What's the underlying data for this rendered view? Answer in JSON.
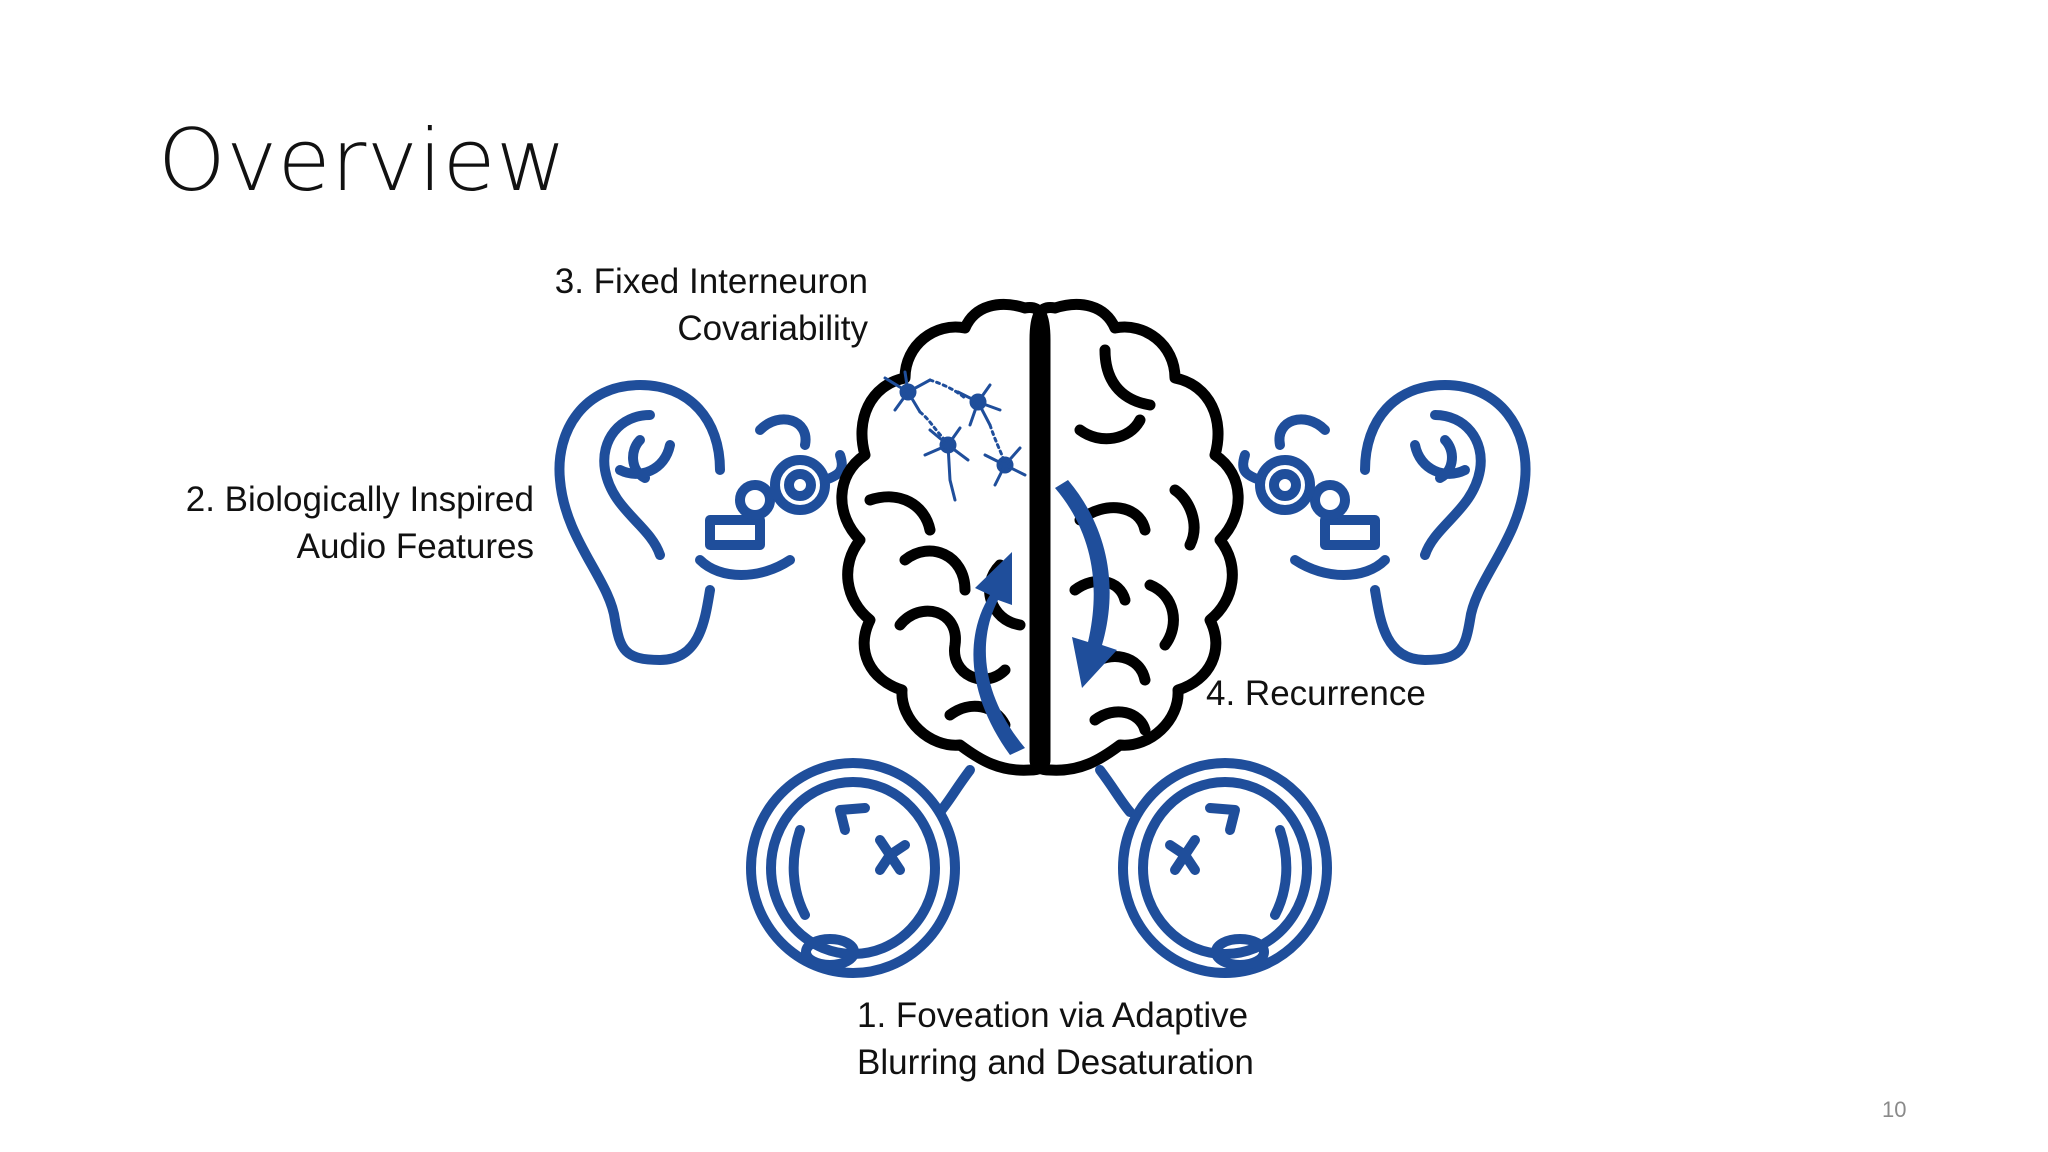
{
  "slide": {
    "title": "Overview",
    "page_number": "10",
    "labels": {
      "foveation": [
        "1. Foveation via Adaptive",
        "Blurring and Desaturation"
      ],
      "audio": [
        "2. Biologically Inspired",
        "Audio Features"
      ],
      "interneuron": [
        "3. Fixed Interneuron",
        "Covariability"
      ],
      "recurrence": [
        "4. Recurrence"
      ]
    }
  },
  "colors": {
    "ink": "#000000",
    "accent_blue": "#1f4e9b",
    "text": "#111111",
    "page_number": "#8a8a8a"
  },
  "icons": [
    "brain-icon",
    "left-ear-icon",
    "right-ear-icon",
    "left-eye-icon",
    "right-eye-icon",
    "neuron-network-icon",
    "recurrence-arrows-icon"
  ]
}
